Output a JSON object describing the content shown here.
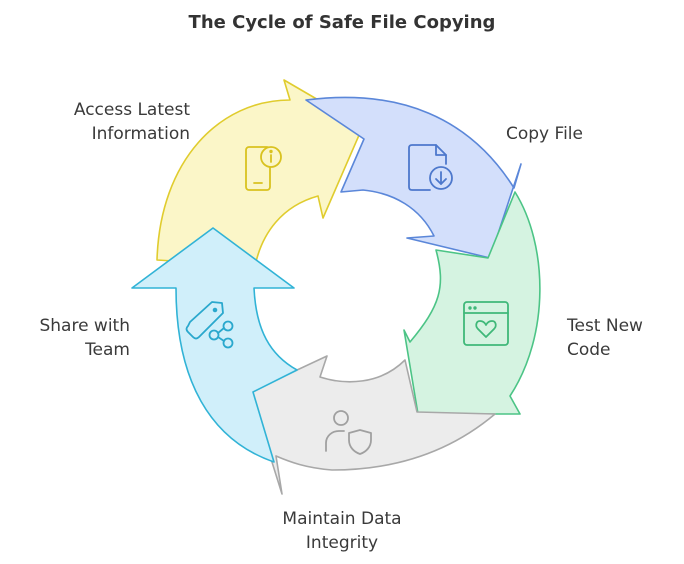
{
  "title": "The Cycle of Safe File Copying",
  "steps": [
    {
      "id": "copy",
      "line1": "Copy File",
      "line2": "",
      "icon": "file-download-icon",
      "fill": "#d3dffb",
      "stroke": "#5b87d9"
    },
    {
      "id": "test",
      "line1": "Test New",
      "line2": "Code",
      "icon": "browser-heart-icon",
      "fill": "#d5f3e1",
      "stroke": "#4cc486"
    },
    {
      "id": "maintain",
      "line1": "Maintain Data",
      "line2": "Integrity",
      "icon": "user-shield-icon",
      "fill": "#ececec",
      "stroke": "#a8a8a8"
    },
    {
      "id": "share",
      "line1": "Share with",
      "line2": "Team",
      "icon": "tag-share-icon",
      "fill": "#d0effa",
      "stroke": "#31b3d6"
    },
    {
      "id": "access",
      "line1": "Access Latest",
      "line2": "Information",
      "icon": "mobile-info-icon",
      "fill": "#fbf6c8",
      "stroke": "#e0cc2e"
    }
  ]
}
